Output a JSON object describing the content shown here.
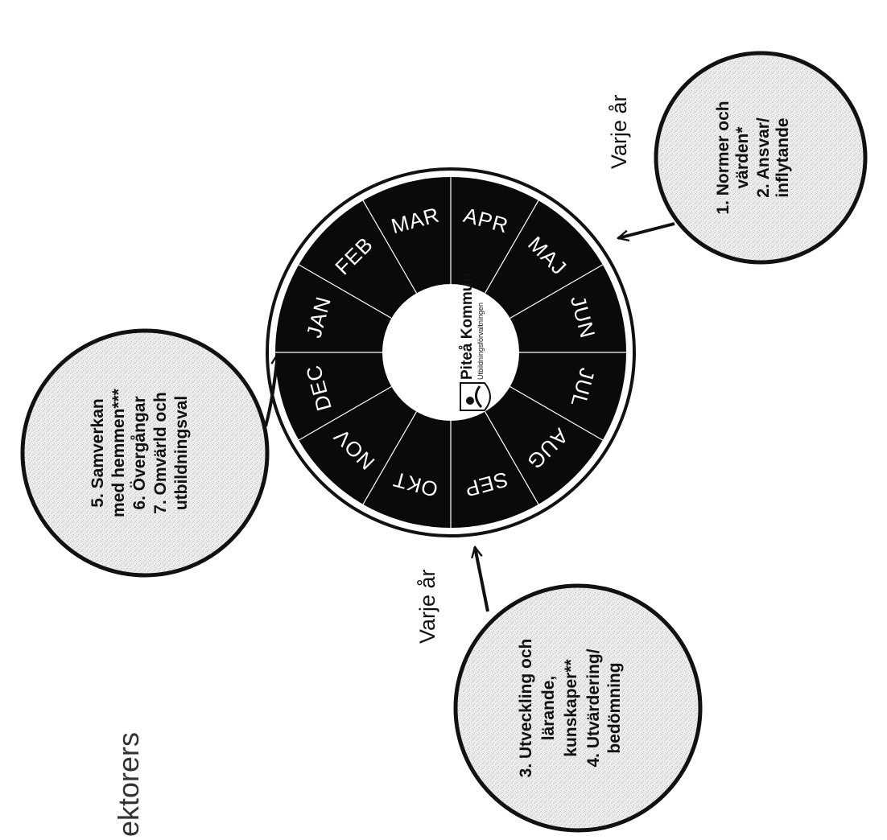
{
  "title_fragment": "ektorers",
  "wheel": {
    "months": [
      "JAN",
      "FEB",
      "MAR",
      "APR",
      "MAJ",
      "JUN",
      "JUL",
      "AUG",
      "SEP",
      "OKT",
      "NOV",
      "DEC"
    ],
    "logo": {
      "name": "Piteå Kommun",
      "sub": "Utbildningsförvaltningen"
    }
  },
  "circles": {
    "right": {
      "lines": [
        "1. Normer och",
        "värden*",
        "2. Ansvar/",
        "inflytande"
      ],
      "label": "Varje år"
    },
    "bottom": {
      "lines": [
        "3. Utveckling och",
        "lärande,",
        "kunskaper**",
        "4. Utvärdering/",
        "bedömning"
      ],
      "label": "Varje år"
    },
    "left": {
      "lines": [
        "5. Samverkan",
        "med hemmen***",
        "6. Övergångar",
        "7. Omvärld och",
        "utbildningsval"
      ]
    }
  },
  "colors": {
    "wheel": "#0a0a0a",
    "circle_fill": "#e9e9e9",
    "stroke": "#111111"
  }
}
